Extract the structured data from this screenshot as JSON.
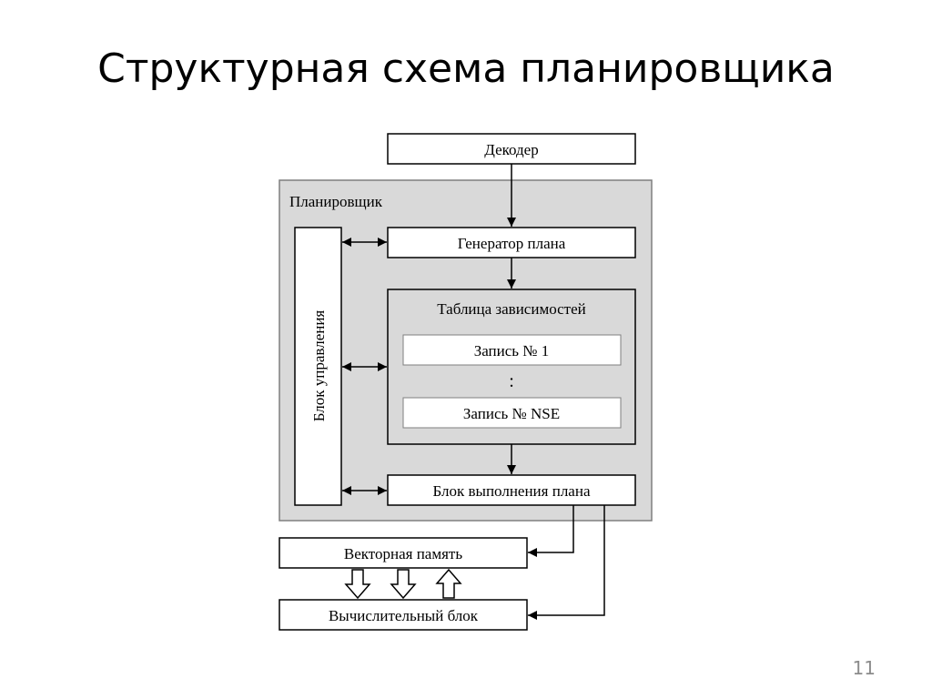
{
  "slide": {
    "title": "Структурная схема планировщика",
    "page_number": "11"
  },
  "diagram": {
    "decoder": "Декодер",
    "scheduler_label": "Планировщик",
    "control_block": "Блок управления",
    "plan_generator": "Генератор плана",
    "dependency_table": {
      "title": "Таблица зависимостей",
      "record_first": "Запись № 1",
      "ellipsis": ":",
      "record_last": "Запись № NSE"
    },
    "plan_execution": "Блок выполнения плана",
    "vector_memory": "Векторная память",
    "compute_block": "Вычислительный блок"
  },
  "colors": {
    "scheduler_fill": "#d9d9d9",
    "box_fill": "#ffffff",
    "line": "#000000",
    "page_number": "#8c8c8c"
  }
}
